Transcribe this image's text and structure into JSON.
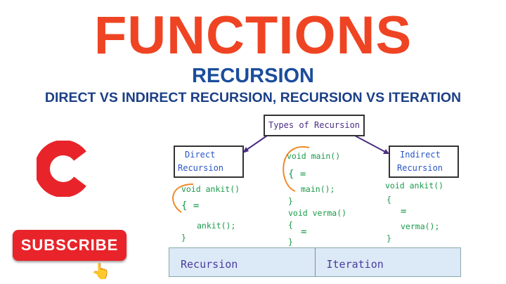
{
  "title": "FUNCTIONS",
  "subtitle": "RECURSION",
  "tagline": "DIRECT VS INDIRECT RECURSION, RECURSION VS ITERATION",
  "logo_letter": "C",
  "subscribe_label": "SUBSCRIBE",
  "diagram": {
    "root": "Types of Recursion",
    "left": {
      "line1": "Direct",
      "line2": "Recursion"
    },
    "right": {
      "line1": "Indirect",
      "line2": "Recursion"
    },
    "direct_code": [
      "void ankit()",
      "{ =",
      "ankit();",
      "}"
    ],
    "middle_code": [
      "void main()",
      "{ =",
      "main();",
      "}",
      "void verma()",
      "{",
      "=",
      "}"
    ],
    "indirect_code": [
      "void ankit()",
      "{",
      "=",
      "verma();",
      "}"
    ]
  },
  "table": {
    "col1": "Recursion",
    "col2": "Iteration"
  },
  "colors": {
    "title": "#ef4423",
    "subtitle": "#1b4d9c",
    "subscribe": "#e8242a",
    "code": "#1a9a4a",
    "arrow": "#ef8a2a"
  }
}
